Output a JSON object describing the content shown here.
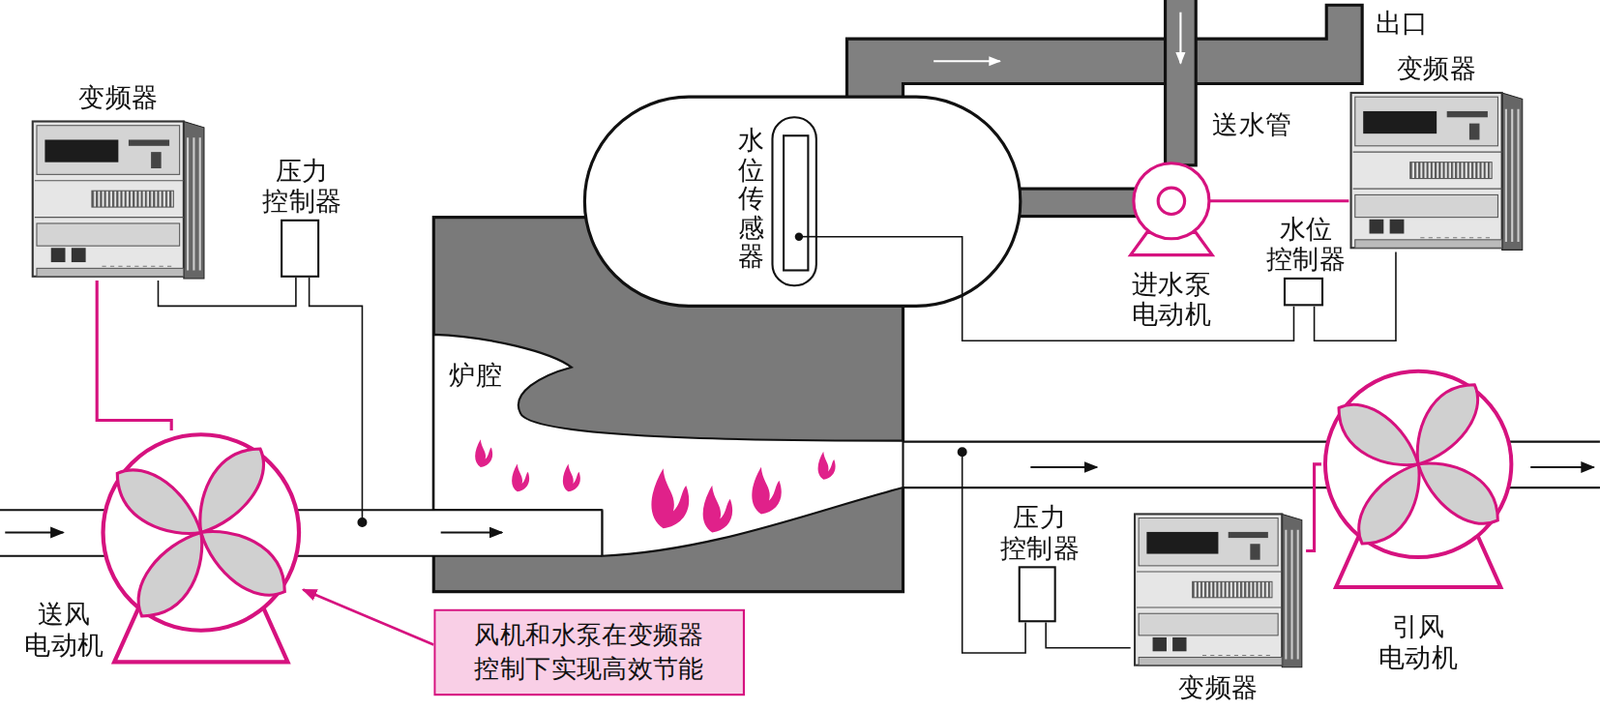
{
  "diagram": {
    "nodes": [
      {
        "text": [
          "变频器"
        ]
      },
      {
        "text": [
          "压力 控制器"
        ]
      },
      {
        "text": [
          "水位传感器"
        ]
      },
      {
        "text": [
          "进水泵 电动机"
        ]
      },
      {
        "text": [
          "变频器"
        ]
      },
      {
        "text": [
          "水位 控制器"
        ]
      },
      {
        "text": [
          "炉腔"
        ]
      },
      {
        "text": [
          "送风 电动机"
        ]
      },
      {
        "text": [
          "压力 控制器"
        ]
      },
      {
        "text": [
          "变频器"
        ]
      },
      {
        "text": [
          "引风 电动机"
        ]
      },
      {
        "text": [
          "风机和水泵在变频器控制下实现高效节能"
        ]
      }
    ],
    "edges": [
      {
        "from": 0,
        "to": 7,
        "arrow": "none"
      },
      {
        "from": 0,
        "to": 1,
        "arrow": "none"
      },
      {
        "from": 2,
        "to": 5,
        "arrow": "none"
      },
      {
        "from": 5,
        "to": 4,
        "arrow": "none"
      },
      {
        "from": 3,
        "to": 4,
        "arrow": "none"
      },
      {
        "from": 8,
        "to": 9,
        "arrow": "none"
      },
      {
        "from": 9,
        "to": 10,
        "arrow": "none"
      },
      {
        "from": 11,
        "to": 7,
        "arrow": "to"
      }
    ],
    "labels": [
      "出口",
      "送水管"
    ]
  }
}
